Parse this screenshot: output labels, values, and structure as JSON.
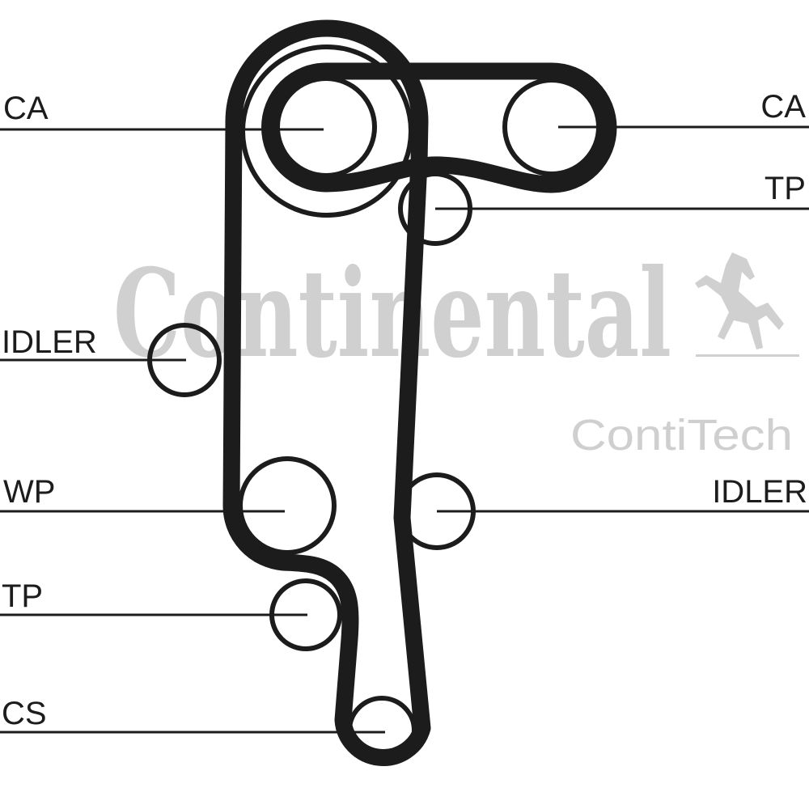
{
  "watermark": {
    "brand": "Continental",
    "sub_brand": "ContiTech"
  },
  "labels": {
    "ca_left": "CA",
    "ca_right": "CA",
    "tp_upper": "TP",
    "idler_left": "IDLER",
    "wp": "WP",
    "idler_right": "IDLER",
    "tp_lower": "TP",
    "cs": "CS"
  },
  "colors": {
    "line": "#1c1c1c",
    "watermark": "#d0d0d0"
  }
}
